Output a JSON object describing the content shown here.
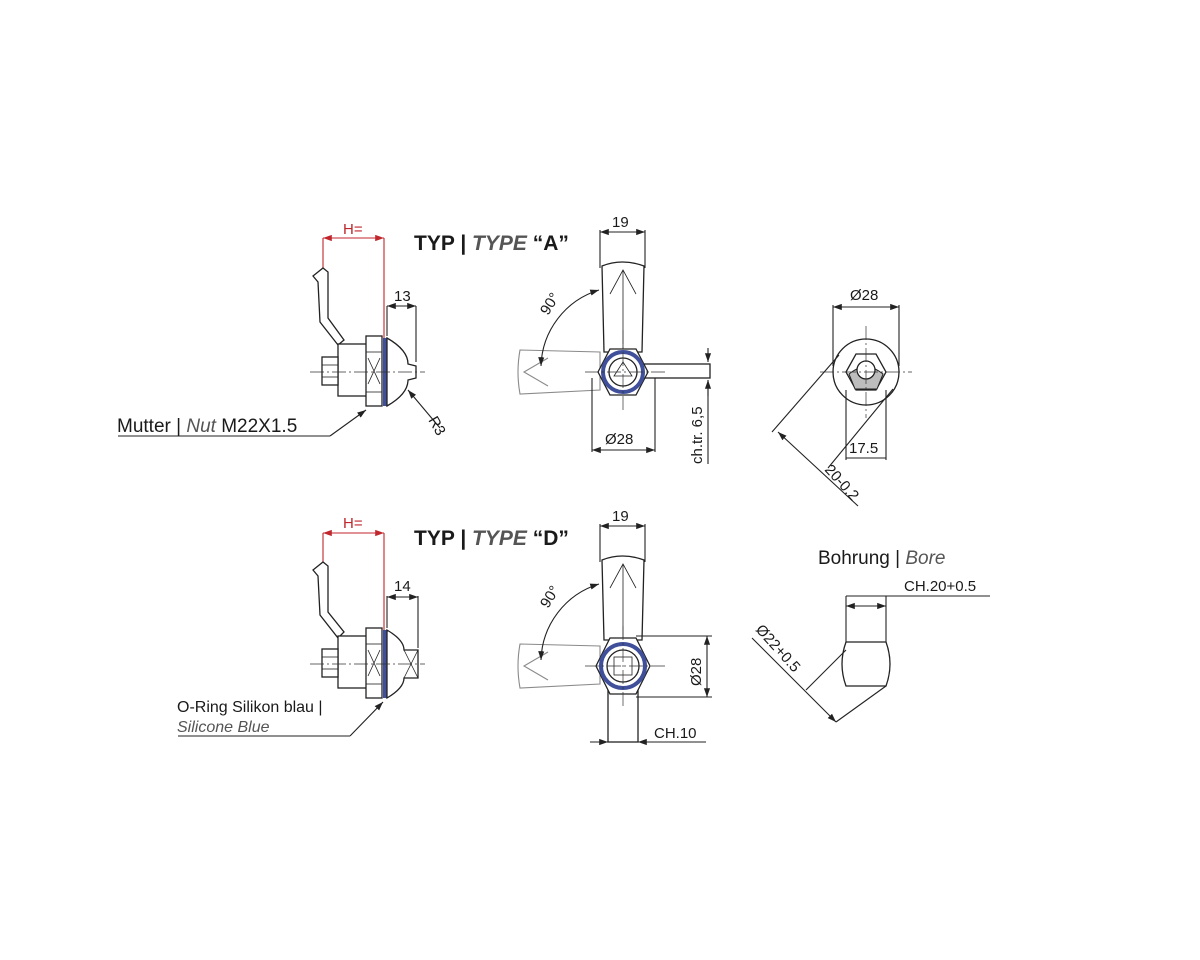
{
  "type_a": {
    "typ": "TYP",
    "sep": "|",
    "type_word": "TYPE",
    "letter": "“A”",
    "h_label": "H=",
    "dim_13": "13",
    "r3": "R3",
    "nut_de": "Mutter",
    "nut_sep": "|",
    "nut_en": "Nut",
    "nut_thread": "M22X1.5",
    "dim_19": "19",
    "angle": "90°",
    "dia_28_front": "Ø28",
    "chtr": "ch.tr. 6,5",
    "dia_28_side": "Ø28",
    "dim_175": "17.5",
    "dim_20": "20-0.2"
  },
  "type_d": {
    "typ": "TYP",
    "sep": "|",
    "type_word": "TYPE",
    "letter": "“D”",
    "h_label": "H=",
    "dim_14": "14",
    "oring_de": "O-Ring Silikon blau |",
    "oring_en": "Silicone Blue",
    "dim_19": "19",
    "angle": "90°",
    "dia_28": "Ø28",
    "ch10": "CH.10"
  },
  "bore": {
    "de": "Bohrung",
    "sep": "|",
    "en": "Bore",
    "ch": "CH.20+0.5",
    "dia": "Ø22+0.5"
  },
  "colors": {
    "dimension_red": "#c0262c",
    "oring_blue": "#3f4f9a",
    "line": "#222222",
    "ghost": "#8a8a8a"
  }
}
